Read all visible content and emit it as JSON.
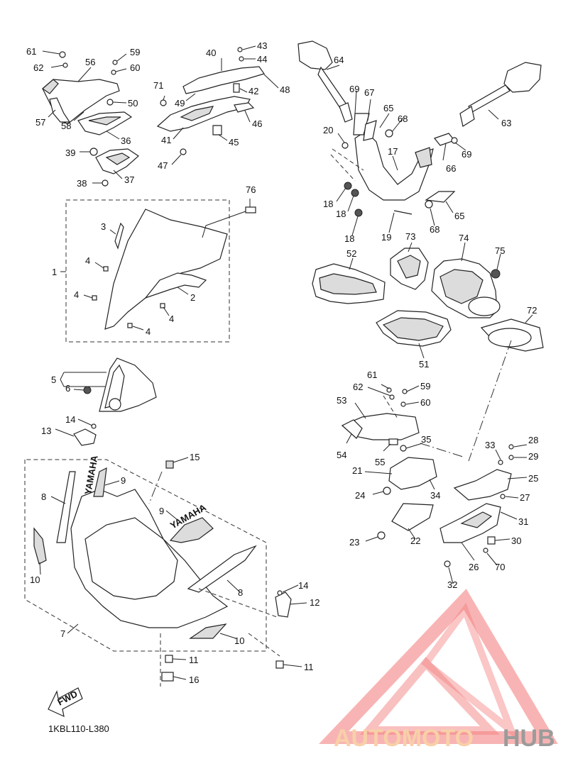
{
  "diagram_code": "1KBL110-L380",
  "fwd_label": "FWD",
  "decal_text": "YAMAHA",
  "watermark": {
    "part1": "AUTOMOTO",
    "part2": "HUB",
    "color_part1": "#f7c89a",
    "color_part2": "#8a8a8a",
    "triangle_color": "#f26b6b"
  },
  "callouts": [
    "61",
    "62",
    "56",
    "59",
    "60",
    "50",
    "57",
    "58",
    "36",
    "39",
    "37",
    "38",
    "40",
    "43",
    "44",
    "71",
    "49",
    "42",
    "48",
    "41",
    "46",
    "45",
    "47",
    "64",
    "69",
    "67",
    "63",
    "65",
    "68",
    "20",
    "17",
    "69",
    "66",
    "18",
    "18",
    "18",
    "19",
    "65",
    "68",
    "76",
    "3",
    "1",
    "4",
    "4",
    "2",
    "4",
    "4",
    "52",
    "73",
    "74",
    "75",
    "72",
    "51",
    "5",
    "6",
    "14",
    "13",
    "15",
    "9",
    "8",
    "9",
    "10",
    "8",
    "14",
    "12",
    "7",
    "10",
    "11",
    "11",
    "16",
    "61",
    "62",
    "59",
    "53",
    "60",
    "54",
    "55",
    "35",
    "21",
    "24",
    "34",
    "33",
    "28",
    "29",
    "25",
    "27",
    "31",
    "23",
    "22",
    "30",
    "26",
    "70",
    "32"
  ]
}
